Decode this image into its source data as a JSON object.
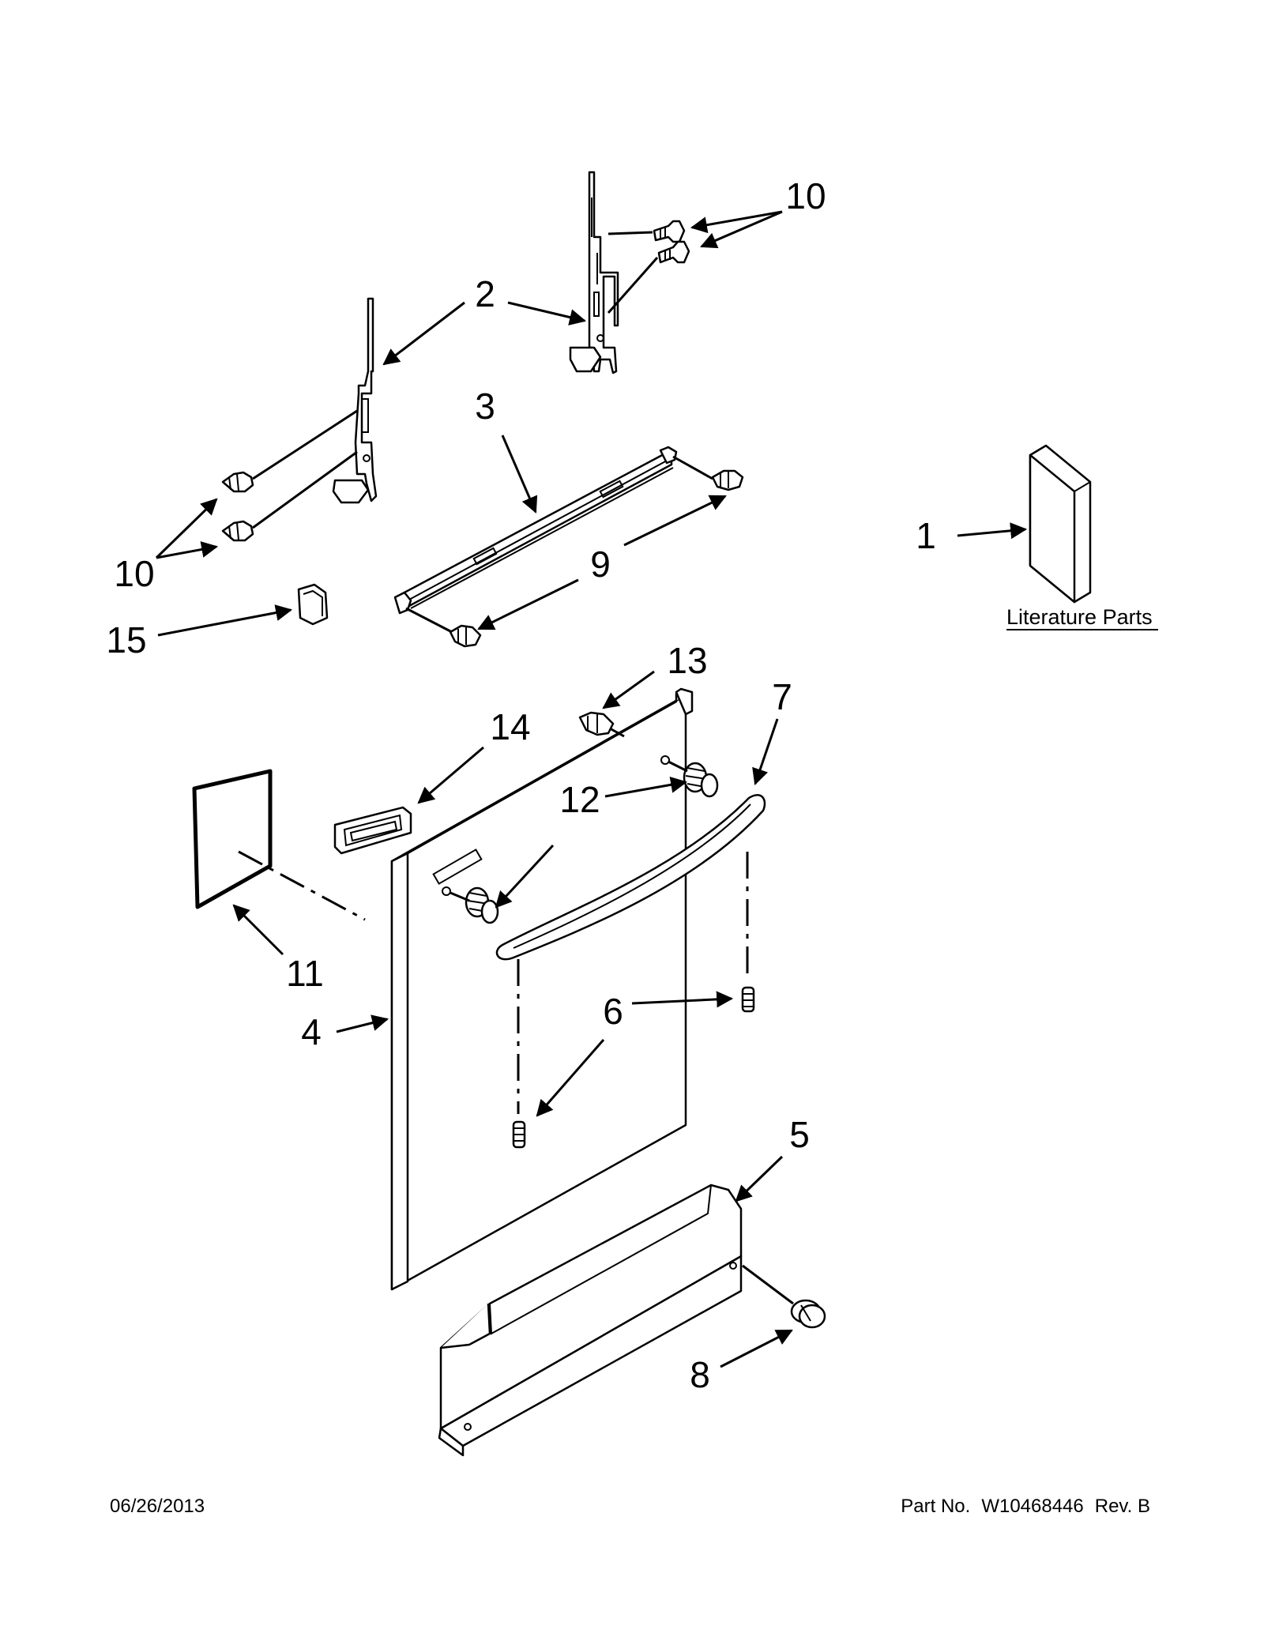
{
  "callouts": {
    "c1": "1",
    "c2": "2",
    "c3": "3",
    "c4": "4",
    "c5": "5",
    "c6": "6",
    "c7": "7",
    "c8": "8",
    "c9": "9",
    "c10a": "10",
    "c10b": "10",
    "c11": "11",
    "c12": "12",
    "c13": "13",
    "c14": "14",
    "c15": "15"
  },
  "literature_label": "Literature Parts",
  "footer": {
    "date": "06/26/2013",
    "part_label": "Part No.",
    "part_number": "W10468446",
    "revision": "Rev. B"
  }
}
